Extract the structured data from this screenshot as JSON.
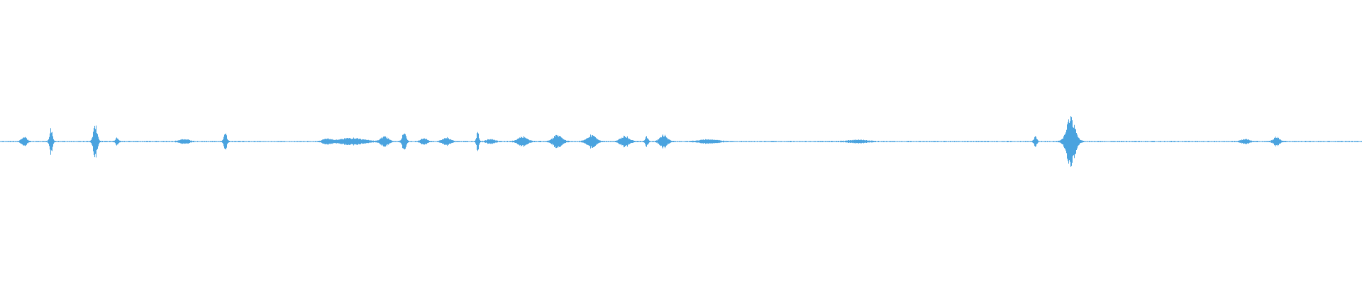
{
  "waveform": {
    "color": "#4aa3df",
    "duration_fraction_markers": [],
    "bursts": [
      {
        "t": 0.0175,
        "amp": 0.18,
        "spread": 0.0018
      },
      {
        "t": 0.0372,
        "amp": 0.55,
        "spread": 0.001
      },
      {
        "t": 0.0697,
        "amp": 0.7,
        "spread": 0.0014
      },
      {
        "t": 0.0857,
        "amp": 0.15,
        "spread": 0.001
      },
      {
        "t": 0.135,
        "amp": 0.1,
        "spread": 0.003
      },
      {
        "t": 0.1652,
        "amp": 0.35,
        "spread": 0.001
      },
      {
        "t": 0.24,
        "amp": 0.1,
        "spread": 0.003
      },
      {
        "t": 0.258,
        "amp": 0.14,
        "spread": 0.008
      },
      {
        "t": 0.282,
        "amp": 0.2,
        "spread": 0.0025
      },
      {
        "t": 0.2965,
        "amp": 0.4,
        "spread": 0.0012
      },
      {
        "t": 0.311,
        "amp": 0.14,
        "spread": 0.002
      },
      {
        "t": 0.3275,
        "amp": 0.16,
        "spread": 0.0025
      },
      {
        "t": 0.3505,
        "amp": 0.4,
        "spread": 0.0008
      },
      {
        "t": 0.36,
        "amp": 0.1,
        "spread": 0.0025
      },
      {
        "t": 0.3835,
        "amp": 0.2,
        "spread": 0.003
      },
      {
        "t": 0.409,
        "amp": 0.28,
        "spread": 0.003
      },
      {
        "t": 0.434,
        "amp": 0.26,
        "spread": 0.003
      },
      {
        "t": 0.4585,
        "amp": 0.22,
        "spread": 0.003
      },
      {
        "t": 0.4745,
        "amp": 0.2,
        "spread": 0.001
      },
      {
        "t": 0.487,
        "amp": 0.28,
        "spread": 0.0025
      },
      {
        "t": 0.52,
        "amp": 0.08,
        "spread": 0.006
      },
      {
        "t": 0.63,
        "amp": 0.06,
        "spread": 0.006
      },
      {
        "t": 0.76,
        "amp": 0.2,
        "spread": 0.001
      },
      {
        "t": 0.786,
        "amp": 1.0,
        "spread": 0.003
      },
      {
        "t": 0.914,
        "amp": 0.1,
        "spread": 0.0025
      },
      {
        "t": 0.937,
        "amp": 0.18,
        "spread": 0.002
      }
    ]
  }
}
